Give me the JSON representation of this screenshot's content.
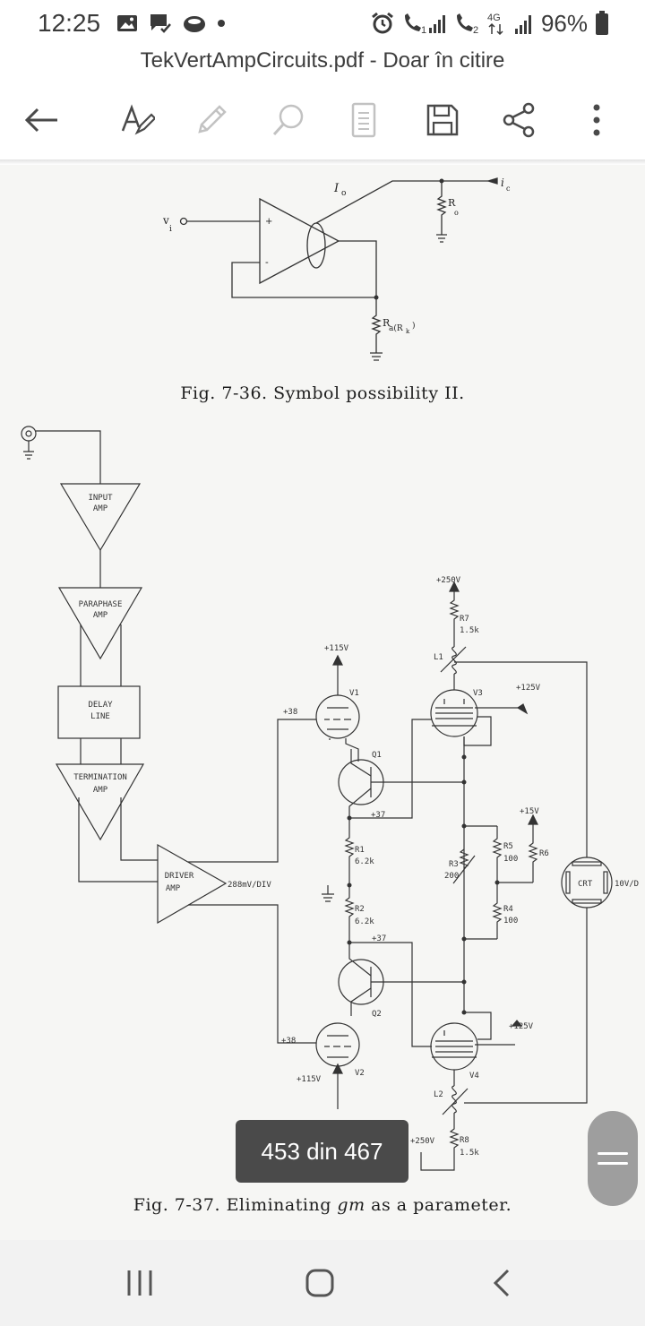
{
  "status_bar": {
    "time": "12:25",
    "signal_1_label": "1",
    "signal_2_label": "2",
    "network_label": "4G",
    "battery_percent": "96%"
  },
  "title_bar": {
    "title": "TekVertAmpCircuits.pdf - Doar în citire"
  },
  "figure_top": {
    "caption": "Fig. 7-36.  Symbol possibility II.",
    "labels": {
      "io": "I",
      "io_sub": "o",
      "vi": "v",
      "vi_sub": "i",
      "ro": "R",
      "ro_sub": "o",
      "ra": "R",
      "ra_rest": "a(R",
      "ra_k": "k",
      "ra_close": ")",
      "ic": "i",
      "ic_sub": "c",
      "plus": "+",
      "minus": "-"
    }
  },
  "figure_bottom": {
    "caption_prefix": "Fig. 7-37.  Eliminating ",
    "caption_italic": "gm",
    "caption_suffix": " as a parameter.",
    "blocks": {
      "input_amp_1": "INPUT",
      "input_amp_2": "AMP",
      "paraphase_1": "PARAPHASE",
      "paraphase_2": "AMP",
      "delay_1": "DELAY",
      "delay_2": "LINE",
      "termination_1": "TERMINATION",
      "termination_2": "AMP",
      "driver_1": "DRIVER",
      "driver_2": "AMP"
    },
    "labels": {
      "driver_out": "288mV/DIV",
      "v_plus250_top": "+250V",
      "r7": "R7",
      "r7_val": "1.5k",
      "l1": "L1",
      "v115_top": "+115V",
      "v1": "V1",
      "v3": "V3",
      "v125_top": "+125V",
      "v38_top": "+38",
      "q1": "Q1",
      "v37_top": "+37",
      "v15": "+15V",
      "r5": "R5",
      "r5_val": "100",
      "r6": "R6",
      "r1": "R1",
      "r1_val": "6.2k",
      "r3": "R3",
      "r3_val": "200",
      "crt": "CRT",
      "crt_out": "10V/D",
      "r4": "R4",
      "r4_val": "100",
      "r2": "R2",
      "r2_val": "6.2k",
      "v37_bot": "+37",
      "q2": "Q2",
      "v125_bot": "+125V",
      "v38_bot": "+38",
      "v4": "V4",
      "v115_bot": "+115V",
      "v2": "V2",
      "l2": "L2",
      "v250_bot": "+250V",
      "r8": "R8",
      "r8_val": "1.5k"
    }
  },
  "page_counter": "453 din 467",
  "colors": {
    "toolbar_icon": "#4a4a4a",
    "disabled_icon": "#c2c2c2",
    "counter_bg": "#4a4a4a",
    "scroll_handle": "#9e9e9e",
    "nav_bg": "#f2f2f2"
  }
}
